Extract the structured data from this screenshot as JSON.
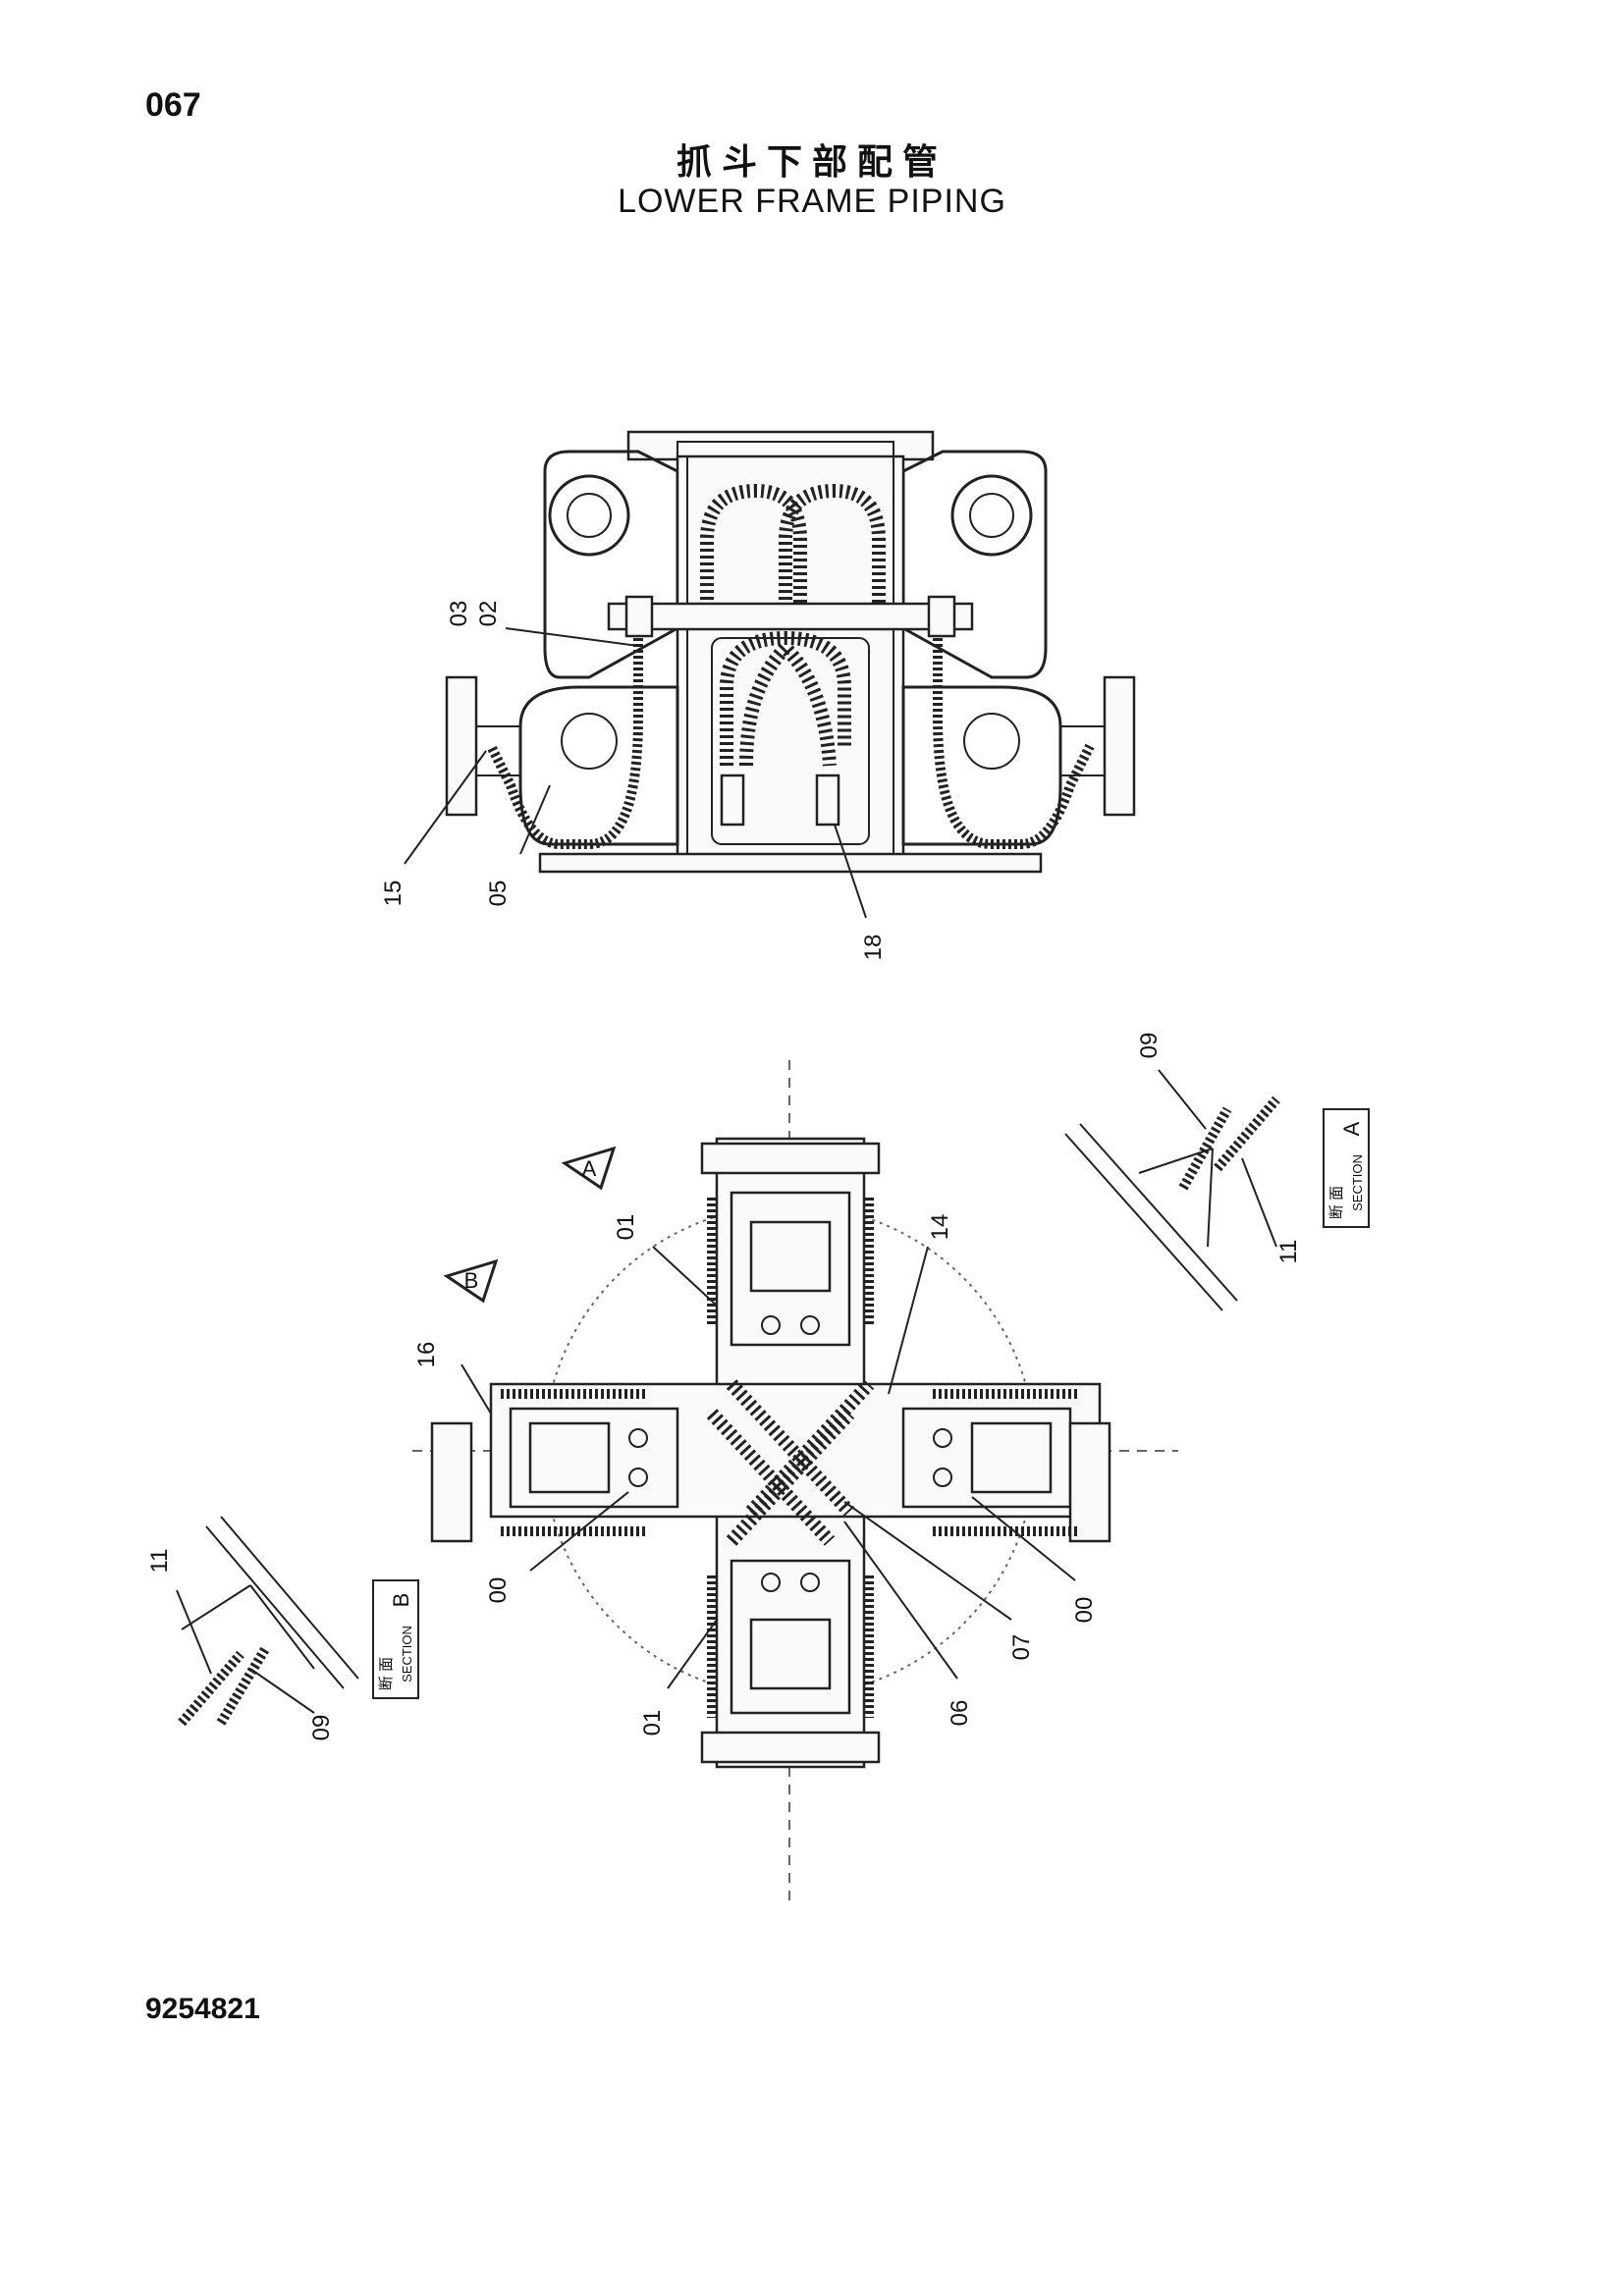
{
  "page_number": "067",
  "title_cn": "抓斗下部配管",
  "title_en": "LOWER FRAME PIPING",
  "doc_number": "9254821",
  "top_view_callouts": [
    "03",
    "02",
    "15",
    "05",
    "18"
  ],
  "bottom_view_callouts": [
    "16",
    "01",
    "14",
    "00",
    "01",
    "06",
    "07",
    "00"
  ],
  "section_a": {
    "label_cn": "断 面",
    "label_en": "SECTION",
    "letter": "A",
    "callouts": [
      "09",
      "11"
    ]
  },
  "section_b": {
    "label_cn": "断 面",
    "label_en": "SECTION",
    "letter": "B",
    "callouts": [
      "11",
      "09"
    ]
  },
  "view_arrows": [
    "A",
    "B"
  ]
}
